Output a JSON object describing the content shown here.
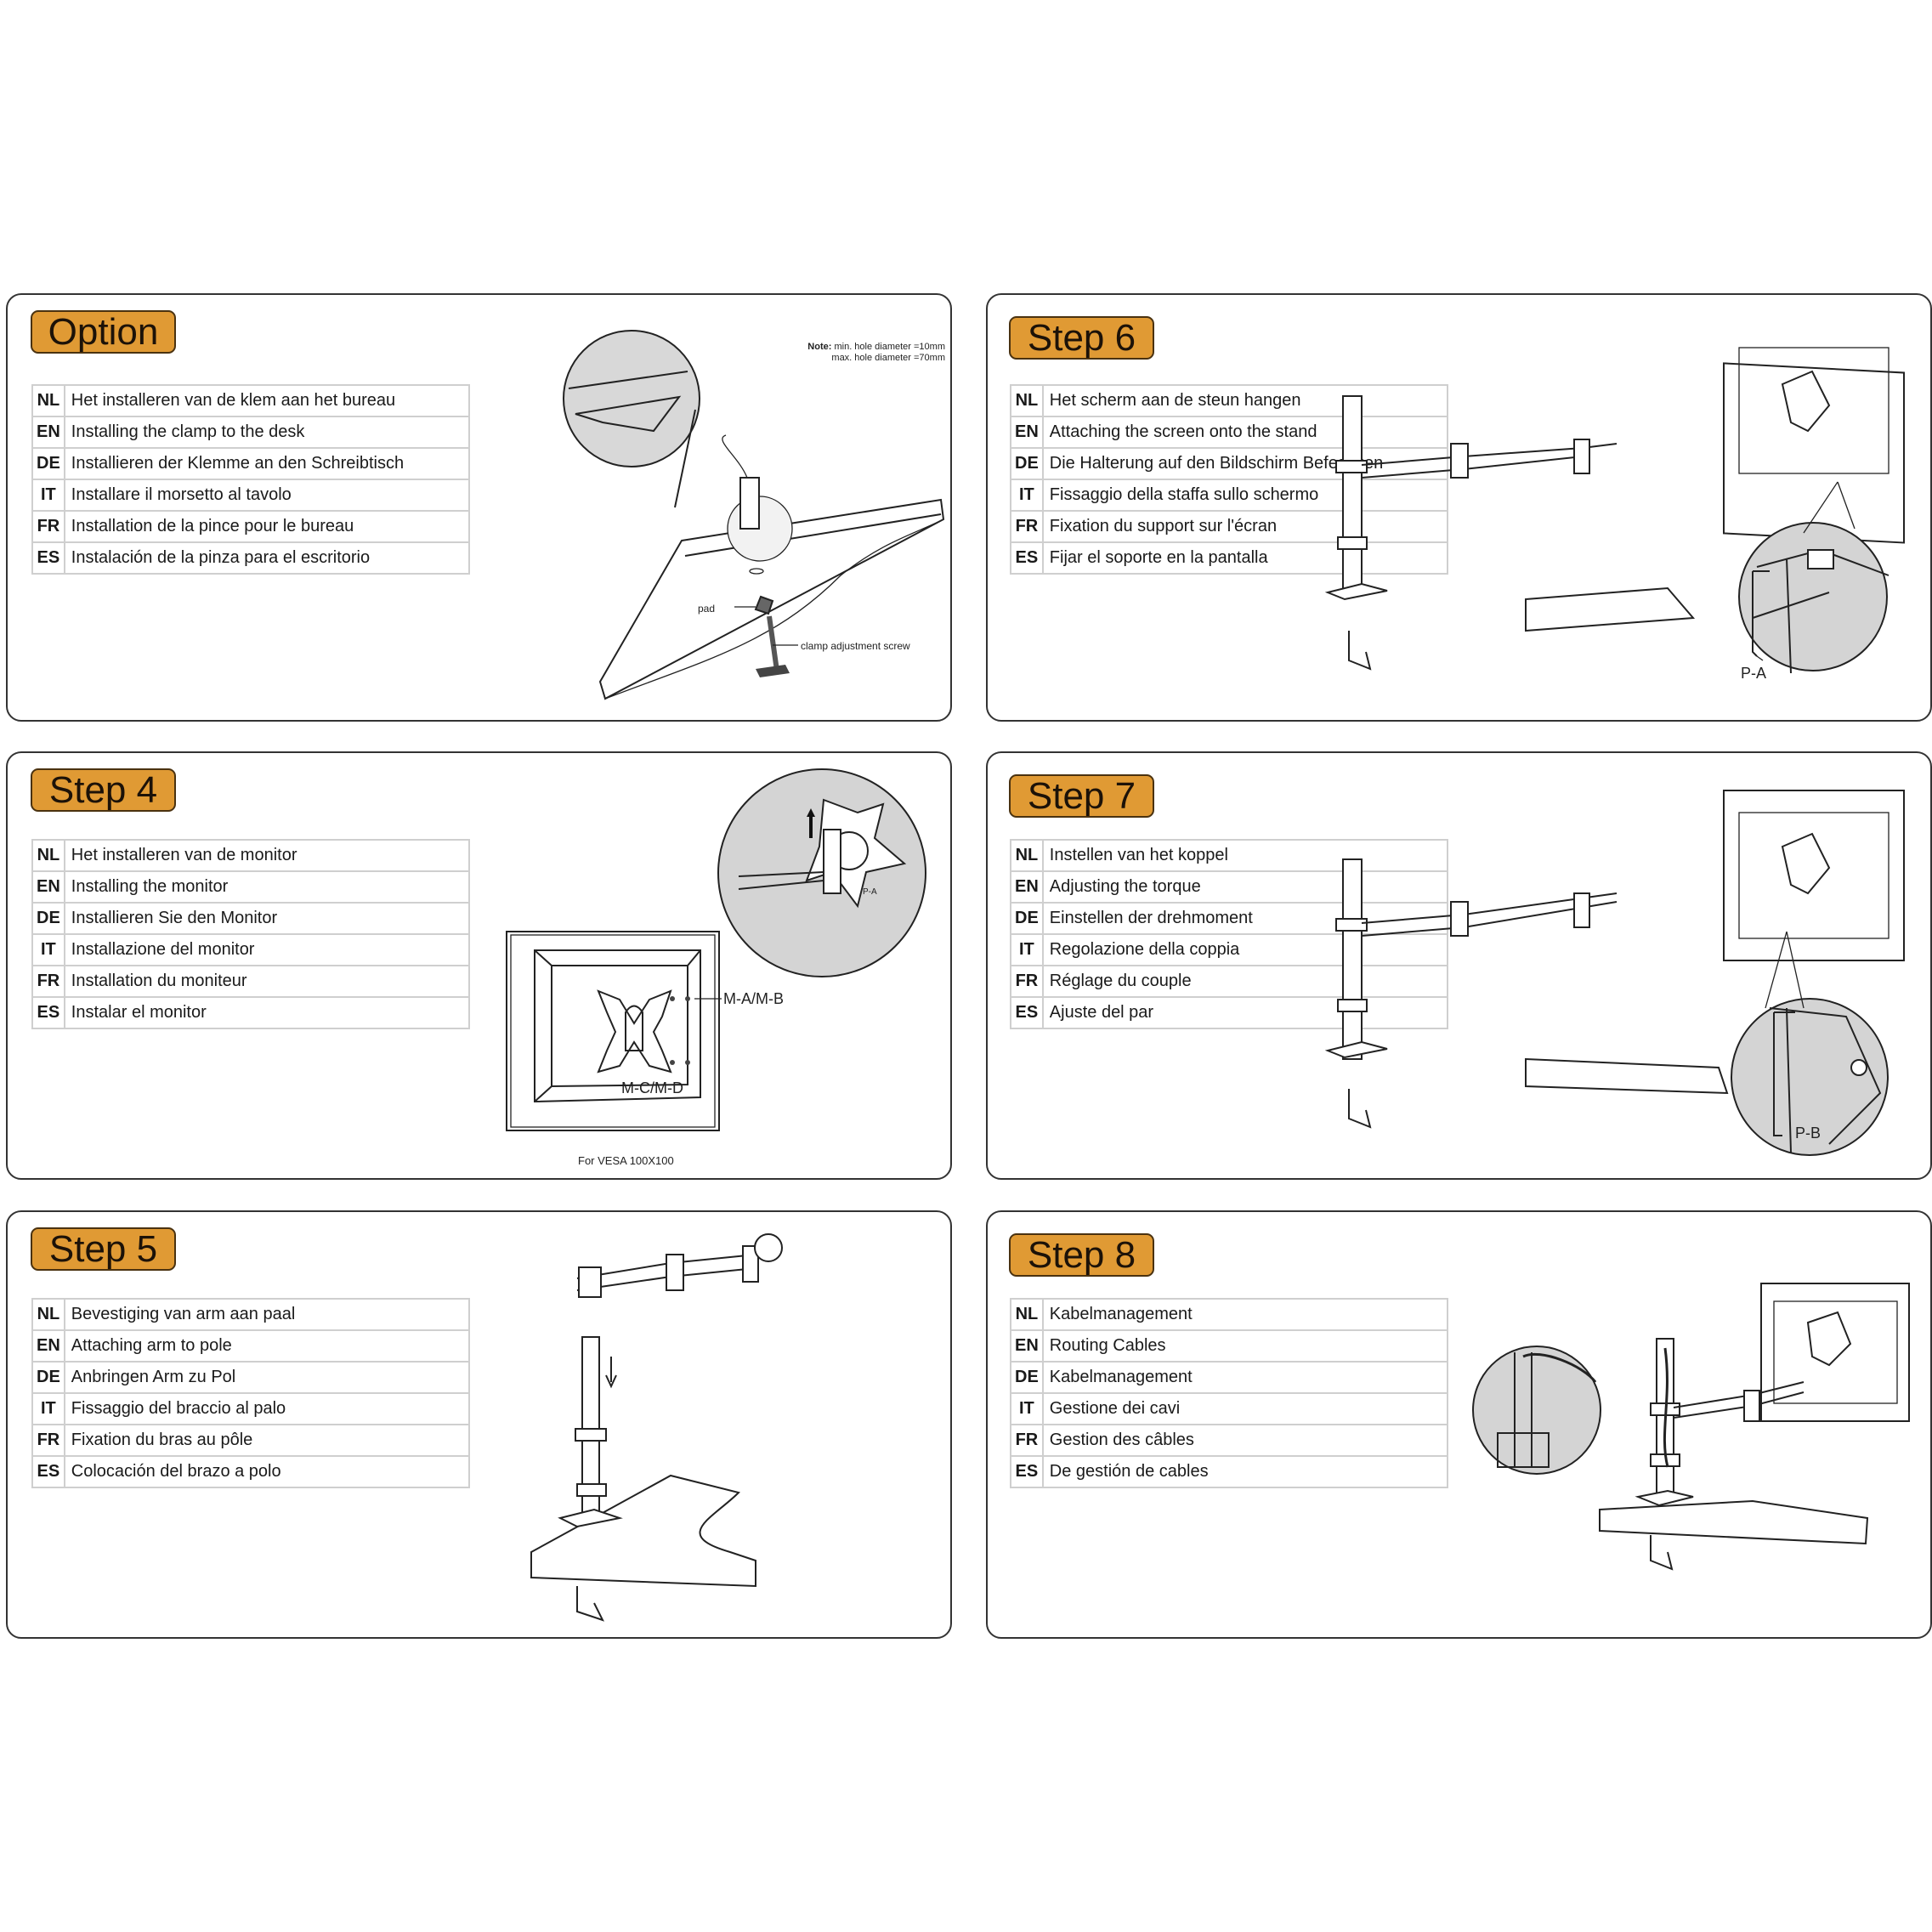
{
  "accent_color": "#e09a34",
  "panels": {
    "option": {
      "title": "Option",
      "rows": [
        {
          "code": "NL",
          "text": "Het installeren van de klem aan het bureau"
        },
        {
          "code": "EN",
          "text": "Installing the clamp to the desk"
        },
        {
          "code": "DE",
          "text": "Installieren der Klemme an den Schreibtisch"
        },
        {
          "code": "IT",
          "text": "Installare il morsetto al tavolo"
        },
        {
          "code": "FR",
          "text": "Installation de la pince pour le bureau"
        },
        {
          "code": "ES",
          "text": "Instalación de la pinza para el escritorio"
        }
      ],
      "note_label": "Note:",
      "note_line1": "min. hole diameter =10mm",
      "note_line2": "max. hole diameter =70mm",
      "pad_label": "pad",
      "screw_label": "clamp adjustment screw"
    },
    "step6": {
      "title": "Step 6",
      "rows": [
        {
          "code": "NL",
          "text": "Het scherm aan de steun hangen"
        },
        {
          "code": "EN",
          "text": "Attaching the screen onto the stand"
        },
        {
          "code": "DE",
          "text": "Die Halterung auf den Bildschirm Befestigen"
        },
        {
          "code": "IT",
          "text": "Fissaggio della staffa sullo schermo"
        },
        {
          "code": "FR",
          "text": "Fixation du support sur l'écran"
        },
        {
          "code": "ES",
          "text": "Fijar el soporte en la pantalla"
        }
      ],
      "part_label": "P-A"
    },
    "step4": {
      "title": "Step 4",
      "rows": [
        {
          "code": "NL",
          "text": "Het installeren van de monitor"
        },
        {
          "code": "EN",
          "text": "Installing the monitor"
        },
        {
          "code": "DE",
          "text": "Installieren Sie den Monitor"
        },
        {
          "code": "IT",
          "text": "Installazione del monitor"
        },
        {
          "code": "FR",
          "text": "Installation du moniteur"
        },
        {
          "code": "ES",
          "text": "Instalar el monitor"
        }
      ],
      "part_label": "P-A",
      "screw_top_label": "M-A/M-B",
      "screw_bottom_label": "M-C/M-D",
      "caption": "For VESA 100X100"
    },
    "step7": {
      "title": "Step 7",
      "rows": [
        {
          "code": "NL",
          "text": "Instellen van het koppel"
        },
        {
          "code": "EN",
          "text": "Adjusting the torque"
        },
        {
          "code": "DE",
          "text": "Einstellen der drehmoment"
        },
        {
          "code": "IT",
          "text": "Regolazione della coppia"
        },
        {
          "code": "FR",
          "text": "Réglage du couple"
        },
        {
          "code": "ES",
          "text": "Ajuste del par"
        }
      ],
      "part_label": "P-B"
    },
    "step5": {
      "title": "Step 5",
      "rows": [
        {
          "code": "NL",
          "text": "Bevestiging van arm aan paal"
        },
        {
          "code": "EN",
          "text": "Attaching arm to pole"
        },
        {
          "code": "DE",
          "text": "Anbringen Arm zu Pol"
        },
        {
          "code": "IT",
          "text": "Fissaggio del braccio al palo"
        },
        {
          "code": "FR",
          "text": "Fixation du bras au pôle"
        },
        {
          "code": "ES",
          "text": "Colocación del brazo a polo"
        }
      ]
    },
    "step8": {
      "title": "Step 8",
      "rows": [
        {
          "code": "NL",
          "text": "Kabelmanagement"
        },
        {
          "code": "EN",
          "text": "Routing Cables"
        },
        {
          "code": "DE",
          "text": "Kabelmanagement"
        },
        {
          "code": "IT",
          "text": "Gestione dei cavi"
        },
        {
          "code": "FR",
          "text": "Gestion des câbles"
        },
        {
          "code": "ES",
          "text": "De gestión de cables"
        }
      ]
    }
  }
}
